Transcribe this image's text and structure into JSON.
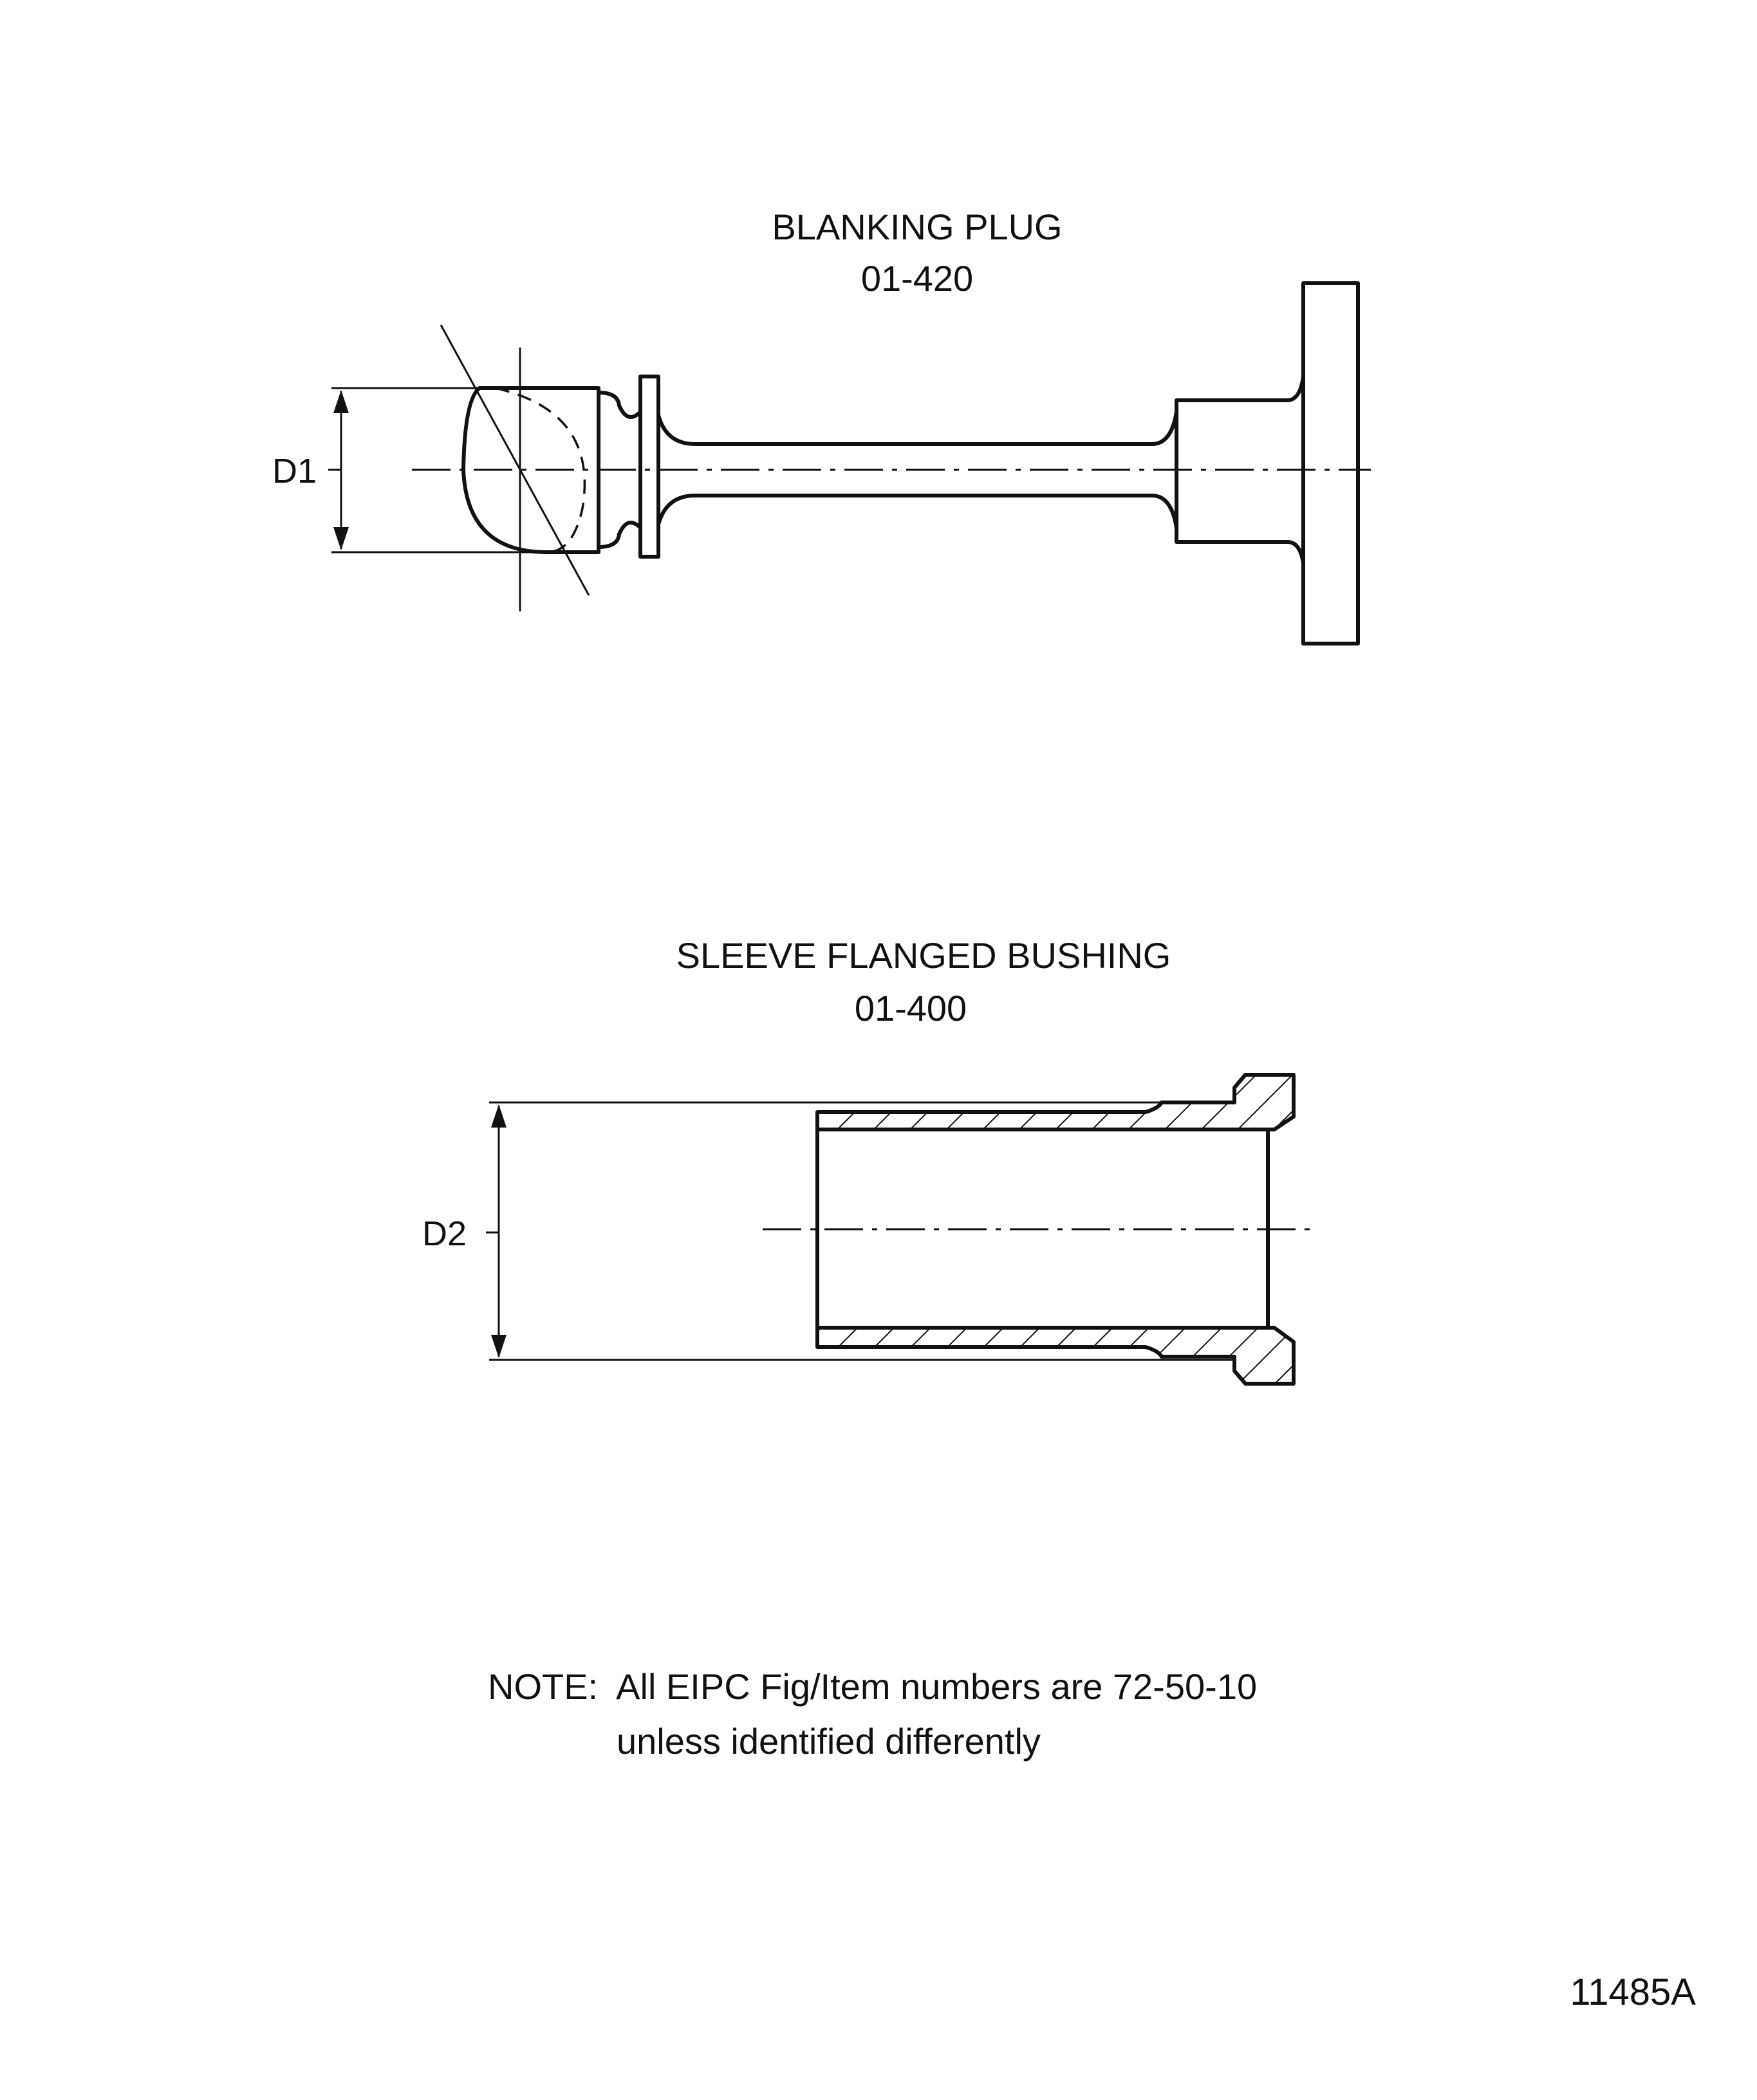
{
  "blanking_plug": {
    "title": "BLANKING PLUG",
    "number": "01-420",
    "dimension_label": "D1"
  },
  "sleeve_bushing": {
    "title": "SLEEVE FLANGED BUSHING",
    "number": "01-400",
    "dimension_label": "D2"
  },
  "note": {
    "line1": "NOTE:  All EIPC Fig/Item numbers are 72-50-10",
    "line2": "unless identified differently"
  },
  "figure_code": "11485A"
}
